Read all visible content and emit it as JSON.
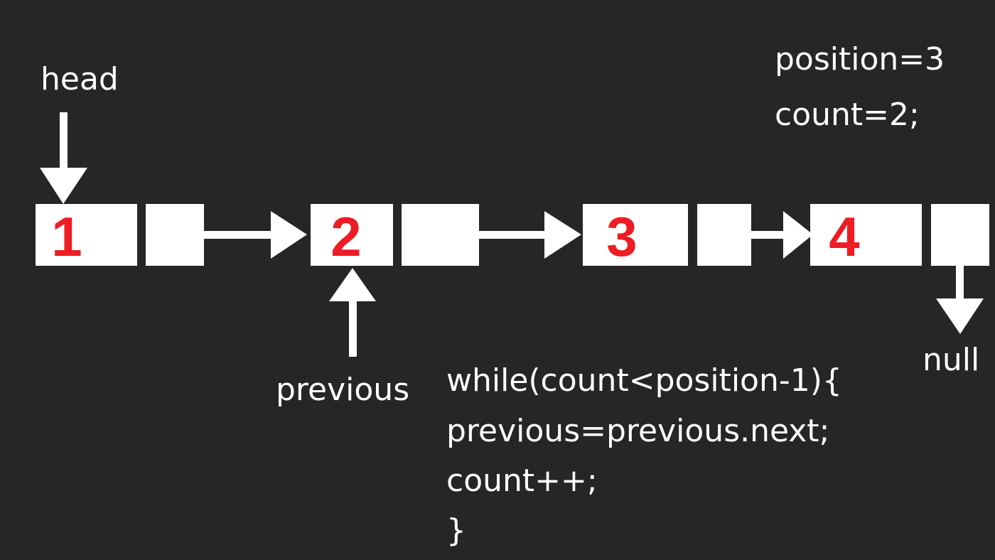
{
  "nodes": [
    {
      "value": "1"
    },
    {
      "value": "2"
    },
    {
      "value": "3"
    },
    {
      "value": "4"
    }
  ],
  "labels": {
    "head": "head",
    "previous": "previous",
    "null": "null"
  },
  "state": {
    "position": "position=3",
    "count": "count=2;"
  },
  "code": [
    "while(count<position-1){",
    "previous=previous.next;",
    "count++;",
    "}"
  ],
  "colors": {
    "background": "#262626",
    "box": "#ffffff",
    "node_value": "#ee1c24",
    "text": "#ffffff"
  }
}
